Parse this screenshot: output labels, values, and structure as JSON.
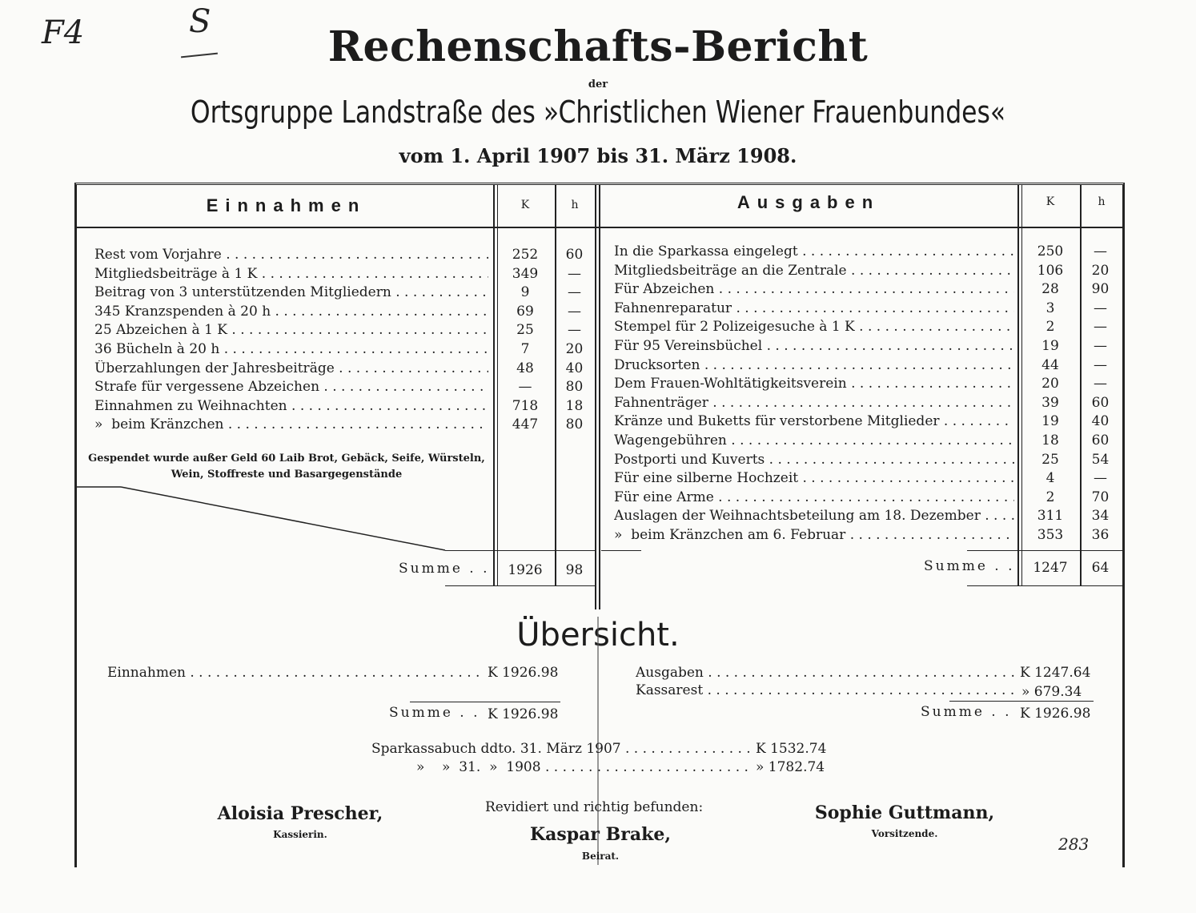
{
  "marks": {
    "left": "F4",
    "right": "S",
    "page_no": "283"
  },
  "header": {
    "title": "Rechenschafts-Bericht",
    "der": "der",
    "subtitle": "Ortsgruppe Landstraße des »Christlichen Wiener Frauenbundes«",
    "period": "vom 1. April 1907 bis 31. März 1908."
  },
  "einnahmen": {
    "heading": "Einnahmen",
    "unit_k": "K",
    "unit_h": "h",
    "rows": [
      {
        "label": "Rest vom Vorjahre",
        "k": "252",
        "h": "60"
      },
      {
        "label": "Mitgliedsbeiträge à 1 K",
        "k": "349",
        "h": "—"
      },
      {
        "label": "Beitrag von 3 unterstützenden Mitgliedern",
        "k": "9",
        "h": "—"
      },
      {
        "label": "345 Kranzspenden à 20 h",
        "k": "69",
        "h": "—"
      },
      {
        "label": "25 Abzeichen à 1 K",
        "k": "25",
        "h": "—"
      },
      {
        "label": "36 Bücheln à 20 h",
        "k": "7",
        "h": "20"
      },
      {
        "label": "Überzahlungen der Jahresbeiträge",
        "k": "48",
        "h": "40"
      },
      {
        "label": "Strafe für vergessene Abzeichen",
        "k": "—",
        "h": "80"
      },
      {
        "label": "Einnahmen zu Weihnachten",
        "k": "718",
        "h": "18"
      },
      {
        "label": "»  beim Kränzchen",
        "k": "447",
        "h": "80"
      }
    ],
    "note": "Gespendet wurde außer Geld 60 Laib Brot, Gebäck, Seife, Würsteln, Wein, Stoffreste und Basargegenstände",
    "summe_label": "Summe . .",
    "summe_k": "1926",
    "summe_h": "98"
  },
  "ausgaben": {
    "heading": "Ausgaben",
    "unit_k": "K",
    "unit_h": "h",
    "rows": [
      {
        "label": "In die Sparkassa eingelegt",
        "k": "250",
        "h": "—"
      },
      {
        "label": "Mitgliedsbeiträge an die Zentrale",
        "k": "106",
        "h": "20"
      },
      {
        "label": "Für Abzeichen",
        "k": "28",
        "h": "90"
      },
      {
        "label": "Fahnenreparatur",
        "k": "3",
        "h": "—"
      },
      {
        "label": "Stempel für 2 Polizeigesuche à 1 K",
        "k": "2",
        "h": "—"
      },
      {
        "label": "Für 95 Vereinsbüchel",
        "k": "19",
        "h": "—"
      },
      {
        "label": "Drucksorten",
        "k": "44",
        "h": "—"
      },
      {
        "label": "Dem Frauen-Wohltätigkeitsverein",
        "k": "20",
        "h": "—"
      },
      {
        "label": "Fahnenträger",
        "k": "39",
        "h": "60"
      },
      {
        "label": "Kränze und Buketts für verstorbene Mitglieder",
        "k": "19",
        "h": "40"
      },
      {
        "label": "Wagengebühren",
        "k": "18",
        "h": "60"
      },
      {
        "label": "Postporti und Kuverts",
        "k": "25",
        "h": "54"
      },
      {
        "label": "Für eine silberne Hochzeit",
        "k": "4",
        "h": "—"
      },
      {
        "label": "Für eine Arme",
        "k": "2",
        "h": "70"
      },
      {
        "label": "Auslagen der Weihnachtsbeteilung am 18. Dezember",
        "k": "311",
        "h": "34"
      },
      {
        "label": "»  beim Kränzchen am 6. Februar",
        "k": "353",
        "h": "36"
      }
    ],
    "summe_label": "Summe . .",
    "summe_k": "1247",
    "summe_h": "64"
  },
  "uebersicht": {
    "heading": "Übersicht.",
    "einnahmen_label": "Einnahmen",
    "einnahmen_value": "K 1926.98",
    "summe_left_label": "Summe . .",
    "summe_left_value": "K 1926.98",
    "ausgaben_label": "Ausgaben",
    "ausgaben_value": "K 1247.64",
    "kassarest_label": "Kassarest",
    "kassarest_value": "» 679.34",
    "summe_right_label": "Summe . .",
    "summe_right_value": "K 1926.98",
    "spar1_label": "Sparkassabuch ddto. 31. März 1907",
    "spar1_value": "K 1532.74",
    "spar2_label": "»    »  31.  »  1908",
    "spar2_value": "» 1782.74"
  },
  "signatures": {
    "left_name": "Aloisia Prescher,",
    "left_role": "Kassierin.",
    "mid_note": "Revidiert und richtig befunden:",
    "mid_name": "Kaspar Brake,",
    "mid_role": "Beirat.",
    "right_name": "Sophie Guttmann,",
    "right_role": "Vorsitzende."
  }
}
